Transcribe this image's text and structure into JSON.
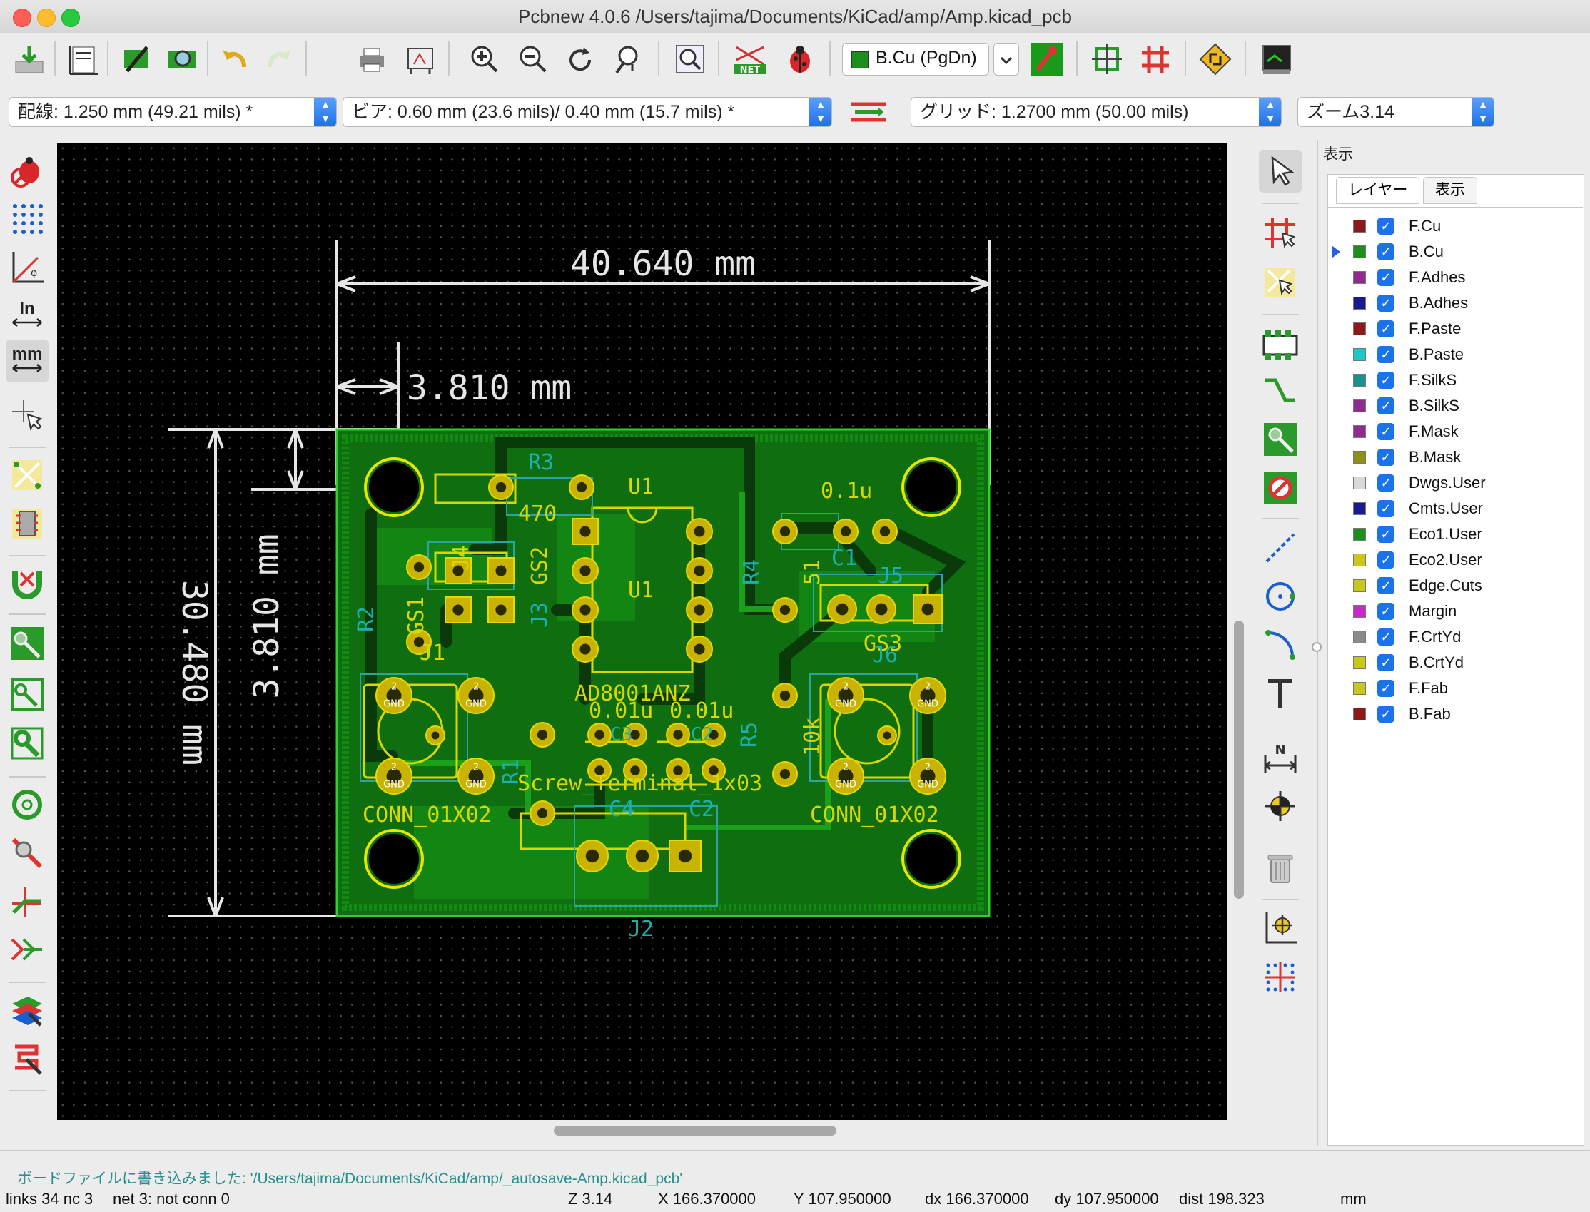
{
  "window": {
    "title": "Pcbnew 4.0.6 /Users/tajima/Documents/KiCad/amp/Amp.kicad_pcb"
  },
  "toolbar": {
    "layer_select": "B.Cu (PgDn)"
  },
  "options_bar": {
    "track_width": "配線: 1.250 mm (49.21 mils) *",
    "via_size": "ビア: 0.60 mm (23.6 mils)/ 0.40 mm (15.7 mils) *",
    "grid": "グリッド: 1.2700 mm (50.00 mils)",
    "zoom": "ズーム3.14"
  },
  "left_toolbar": {
    "units_in": "In",
    "units_mm": "mm"
  },
  "board": {
    "dimensions": {
      "width": "40.640 mm",
      "offset_x": "3.810 mm",
      "height": "30.480 mm",
      "offset_y": "3.810 mm"
    },
    "labels": {
      "r3": "R3",
      "u1_top": "U1",
      "u1_mid": "U1",
      "r470": "470",
      "c01u_top": "0.1u",
      "r4": "R4",
      "r51": "51",
      "c1": "C1",
      "j5": "J5",
      "gs2": "GS2",
      "j4": "J4",
      "r2": "R2",
      "gs1": "GS1",
      "j3": "J3",
      "j1": "J1",
      "gs3": "GS3",
      "j6": "J6",
      "ad8001": "AD8001ANZ",
      "c01u_a": "0.01u",
      "c01u_b": "0.01u",
      "r5": "R5",
      "r10k": "10k",
      "r1": "R1",
      "c3": "C3",
      "c2": "C2",
      "c4": "C4",
      "screw": "Screw_Terminal_1x03",
      "conn_left": "CONN_01X02",
      "conn_right": "CONN_01X02",
      "j2": "J2",
      "gnd": "GND",
      "pad2": "2"
    }
  },
  "right_panel": {
    "title": "表示",
    "tabs": [
      "レイヤー",
      "表示"
    ],
    "layers": [
      {
        "name": "F.Cu",
        "color": "#8b1a1a"
      },
      {
        "name": "B.Cu",
        "color": "#1a8f1a"
      },
      {
        "name": "F.Adhes",
        "color": "#8f2a8f"
      },
      {
        "name": "B.Adhes",
        "color": "#1a1a8f"
      },
      {
        "name": "F.Paste",
        "color": "#8b1a1a"
      },
      {
        "name": "B.Paste",
        "color": "#1ac8c8"
      },
      {
        "name": "F.SilkS",
        "color": "#1a8f8f"
      },
      {
        "name": "B.SilkS",
        "color": "#8f2a8f"
      },
      {
        "name": "F.Mask",
        "color": "#8f2a8f"
      },
      {
        "name": "B.Mask",
        "color": "#8f8f1a"
      },
      {
        "name": "Dwgs.User",
        "color": "#d8d8d8"
      },
      {
        "name": "Cmts.User",
        "color": "#1a1a8f"
      },
      {
        "name": "Eco1.User",
        "color": "#1a8f1a"
      },
      {
        "name": "Eco2.User",
        "color": "#c8c81a"
      },
      {
        "name": "Edge.Cuts",
        "color": "#c8c81a"
      },
      {
        "name": "Margin",
        "color": "#c82ac8"
      },
      {
        "name": "F.CrtYd",
        "color": "#8a8a8a"
      },
      {
        "name": "B.CrtYd",
        "color": "#c8c81a"
      },
      {
        "name": "F.Fab",
        "color": "#c8c81a"
      },
      {
        "name": "B.Fab",
        "color": "#8b1a1a"
      }
    ]
  },
  "status": {
    "message": "ボードファイルに書き込みました: '/Users/tajima/Documents/KiCad/amp/_autosave-Amp.kicad_pcb'",
    "links": "links 34 nc 3",
    "net": "net 3: not conn 0",
    "zoom": "Z 3.14",
    "x": "X 166.370000",
    "y": "Y 107.950000",
    "dx": "dx 166.370000",
    "dy": "dy 107.950000",
    "dist": "dist 198.323",
    "units": "mm"
  }
}
